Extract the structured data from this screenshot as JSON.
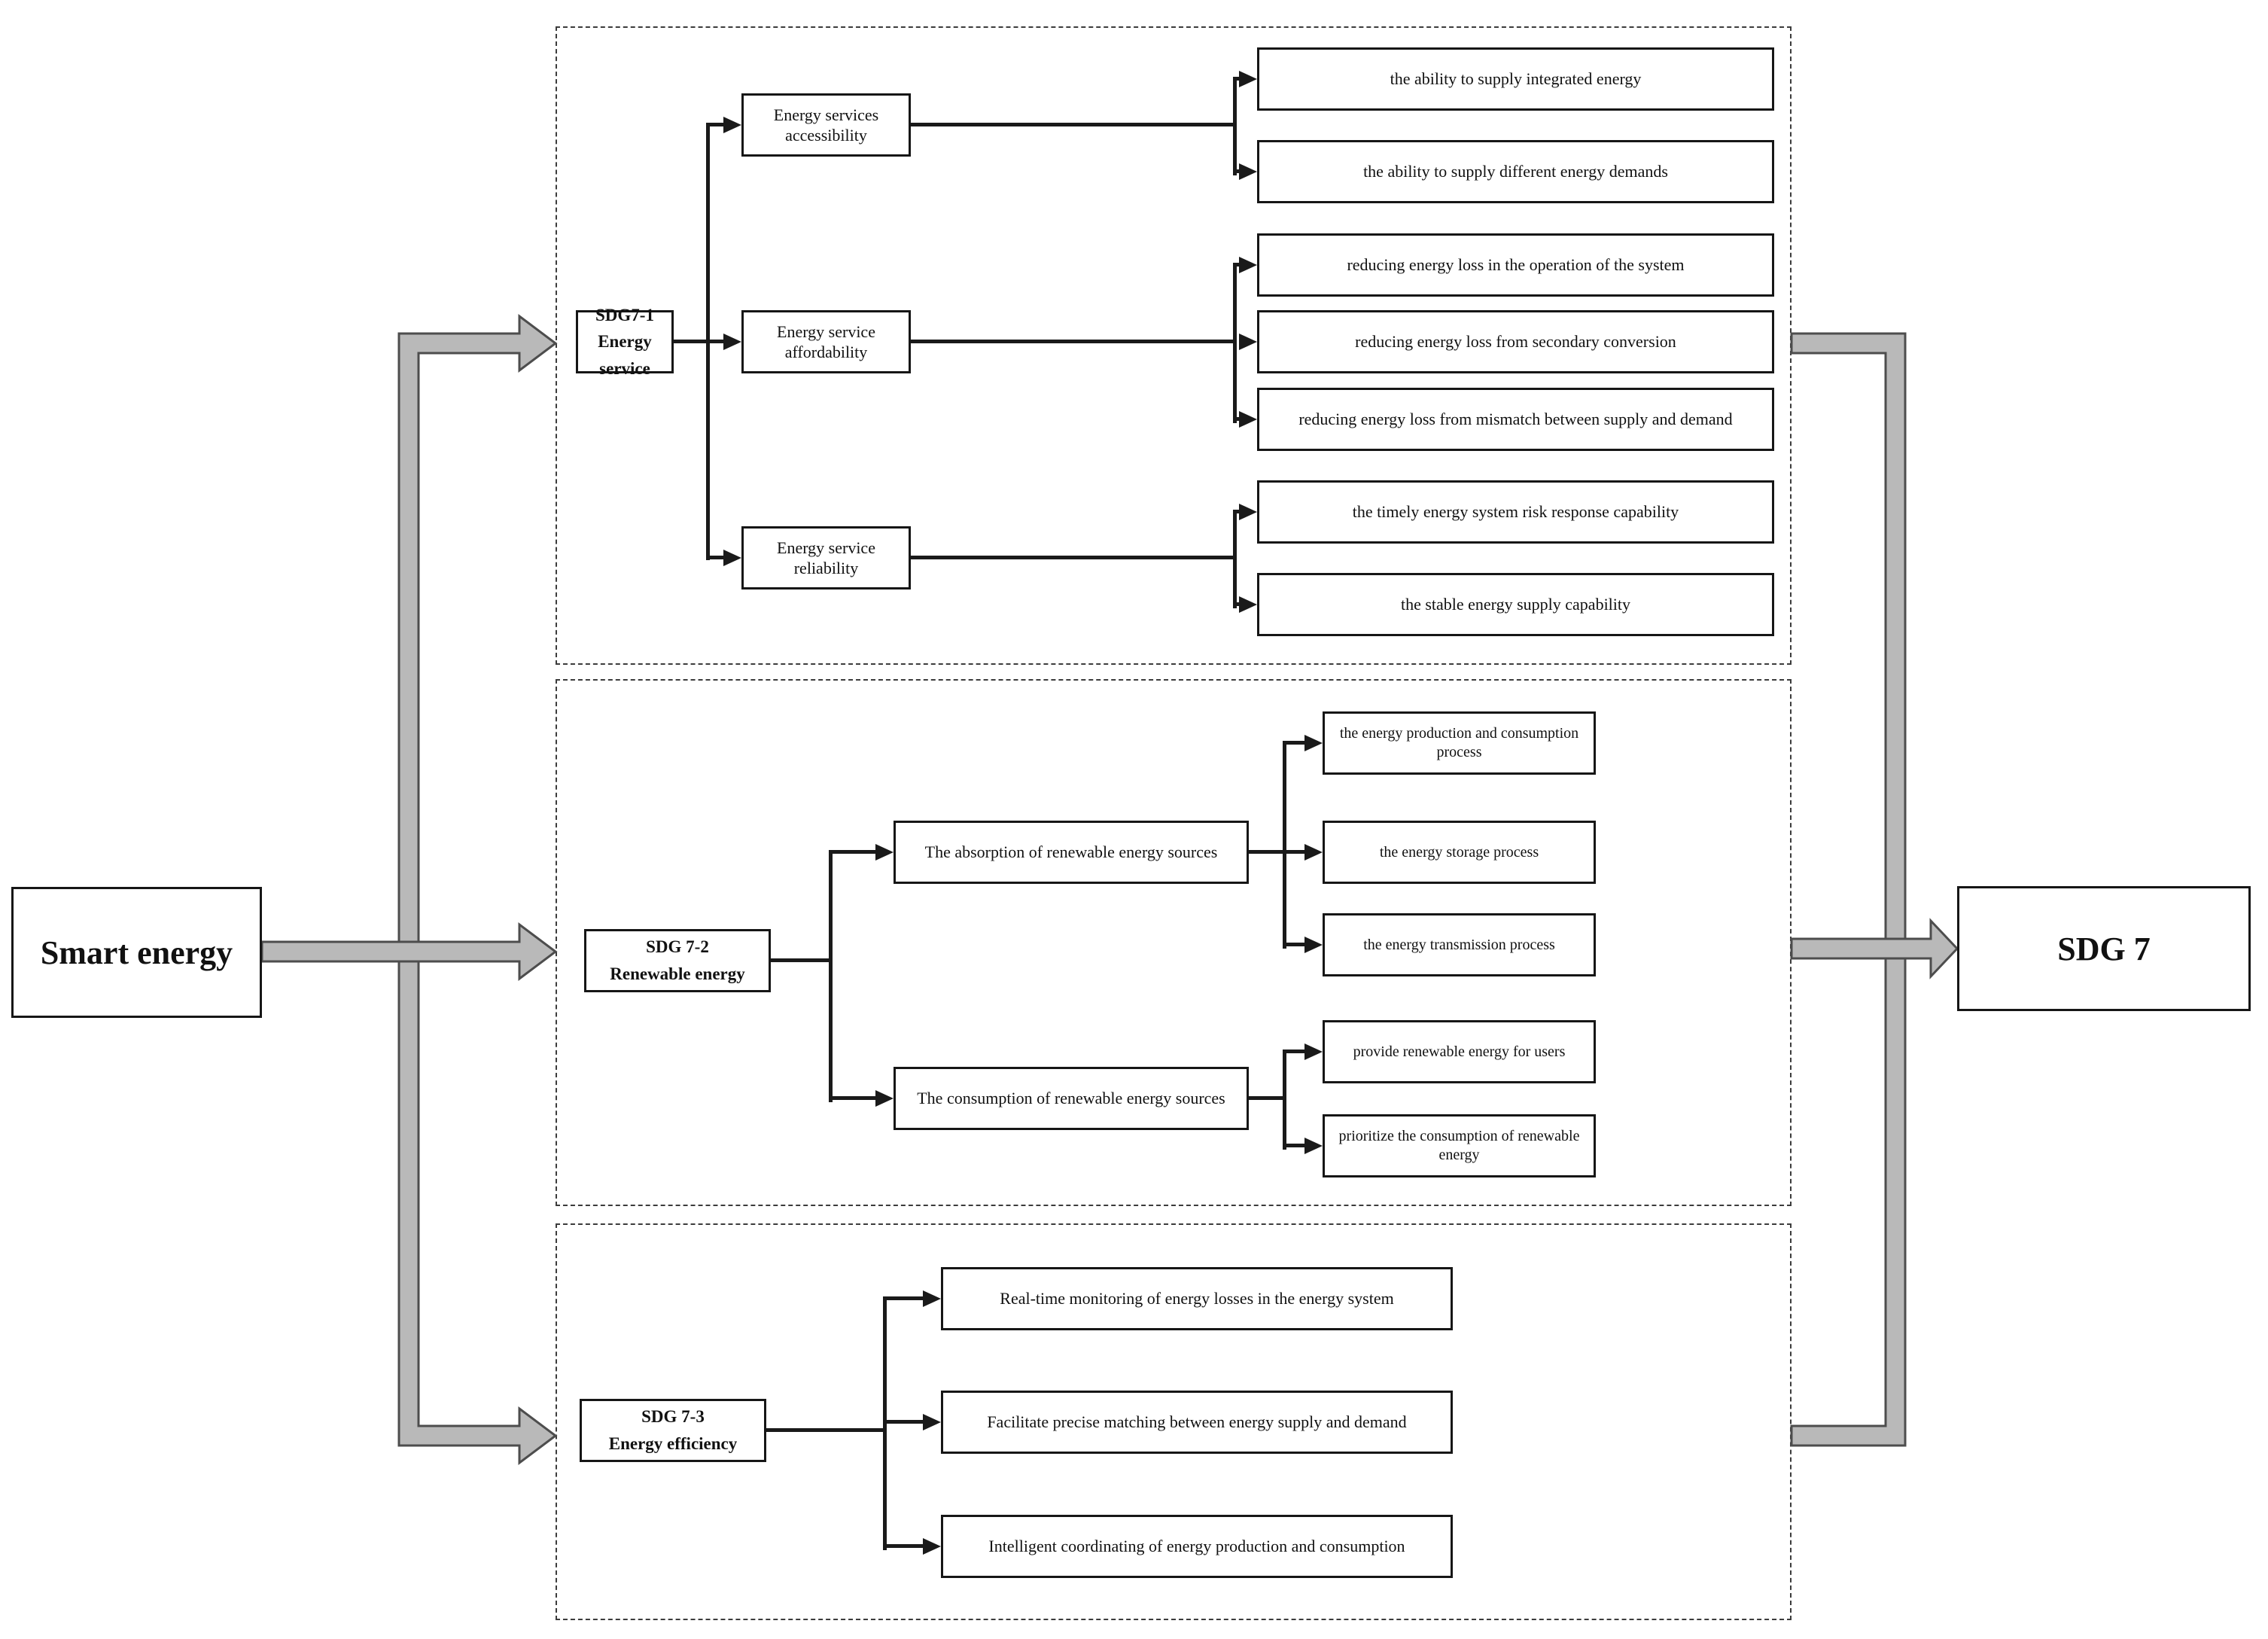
{
  "figure": {
    "type": "concept-mapping-diagram",
    "description_visible_text_only": true
  },
  "root": {
    "label": "Smart energy"
  },
  "target": {
    "label": "SDG 7"
  },
  "colors": {
    "background": "#ffffff",
    "box_border": "#161616",
    "thin_connector": "#1a1a1a",
    "thick_arrow_fill": "#b9b9b9",
    "thick_arrow_stroke": "#4d4d4d",
    "dashed_border": "#3c3c3c"
  },
  "sections": [
    {
      "node": {
        "line1": "SDG7-1",
        "line2": "Energy service"
      },
      "branches": [
        {
          "label": "Energy services accessibility",
          "leaves": [
            "the ability to supply integrated energy",
            "the ability to supply different energy demands"
          ]
        },
        {
          "label": "Energy service affordability",
          "leaves": [
            "reducing energy loss in the operation of the system",
            "reducing energy loss from secondary conversion",
            "reducing energy loss from mismatch between supply and demand"
          ]
        },
        {
          "label": "Energy service reliability",
          "leaves": [
            "the timely energy system risk response capability",
            "the stable energy supply capability"
          ]
        }
      ]
    },
    {
      "node": {
        "line1": "SDG 7-2",
        "line2": "Renewable energy"
      },
      "branches": [
        {
          "label": "The absorption of renewable energy sources",
          "leaves": [
            "the energy production and consumption process",
            "the energy storage process",
            "the energy transmission process"
          ]
        },
        {
          "label": "The consumption of renewable energy sources",
          "leaves": [
            "provide renewable energy for users",
            "prioritize the consumption of renewable energy"
          ]
        }
      ]
    },
    {
      "node": {
        "line1": "SDG 7-3",
        "line2": "Energy efficiency"
      },
      "leaves": [
        "Real-time monitoring of energy losses in the energy system",
        "Facilitate precise matching between energy supply and demand",
        "Intelligent coordinating of energy production and consumption"
      ]
    }
  ]
}
